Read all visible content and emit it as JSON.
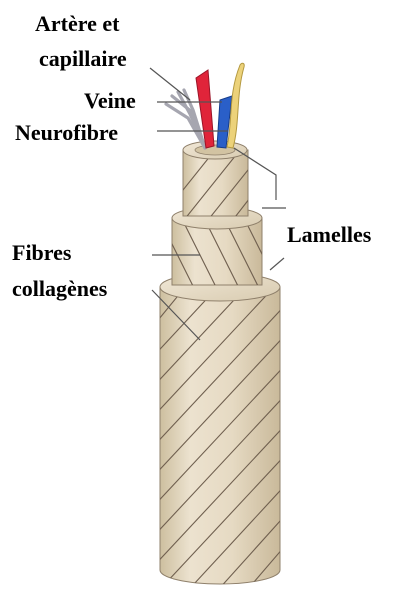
{
  "labels": {
    "artery_line1": "Artère et",
    "artery_line2": "capillaire",
    "vein": "Veine",
    "nerve": "Neurofibre",
    "lamellae": "Lamelles",
    "fibers_line1": "Fibres",
    "fibers_line2": "collagènes"
  },
  "colors": {
    "bone": "#e8dcc6",
    "bone_shade": "#cdbf9f",
    "stripe": "#6f5f4f",
    "artery": "#e0243a",
    "vein": "#2a5fc8",
    "nerve": "#ecd27a",
    "capillary": "#b9b9c2",
    "leader": "#555555"
  }
}
